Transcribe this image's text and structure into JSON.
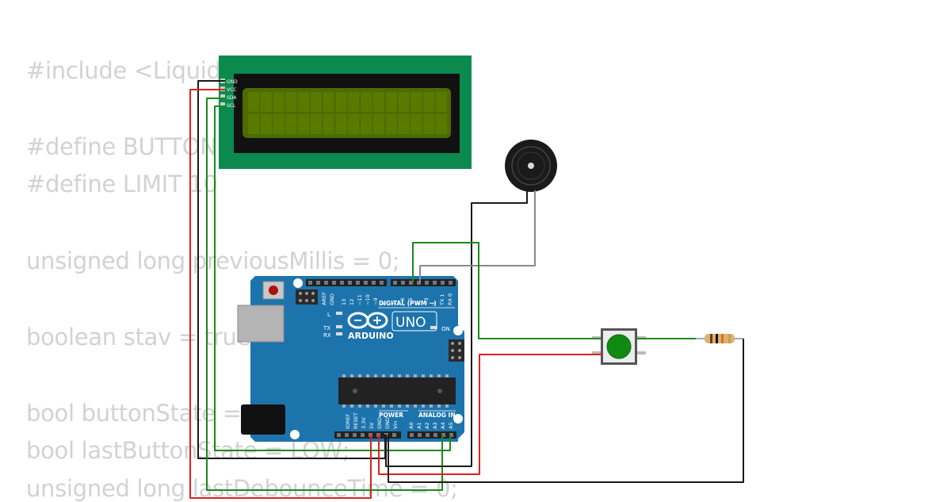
{
  "code_lines": [
    "#include <LiquidCrystal_I2C.h>",
    "",
    "#define BUTTON 2",
    "#define LIMIT 10",
    "",
    "unsigned long previousMillis = 0;",
    "",
    "boolean stav = true;",
    "",
    "bool buttonState = LOW;",
    "bool lastButtonState = LOW;",
    "unsigned long lastDebounceTime = 0;"
  ],
  "lcd": {
    "pins": [
      "GND",
      "VCC",
      "SDA",
      "SCL"
    ],
    "colors": {
      "board": "#0c8a4e",
      "screen": "#4e6b00"
    }
  },
  "arduino": {
    "brand": "ARDUINO",
    "model": "UNO",
    "digital_header": "DIGITAL (PWM ~)",
    "power_header": "POWER",
    "analog_header": "ANALOG IN",
    "digital_pins": [
      "AREF",
      "GND",
      "13",
      "12",
      "~11",
      "~10",
      "~9",
      "8",
      "7",
      "~6",
      "~5",
      "4",
      "~3",
      "2",
      "TX 1",
      "RX 0"
    ],
    "power_pins": [
      "IOREF",
      "RESET",
      "3.3V",
      "5V",
      "GND",
      "GND",
      "Vin"
    ],
    "analog_pins": [
      "A0",
      "A1",
      "A2",
      "A3",
      "A4",
      "A5"
    ],
    "led_labels": {
      "l": "L",
      "tx": "TX",
      "rx": "RX",
      "on": "ON"
    },
    "board_color": "#1d74ad"
  },
  "wire_colors": {
    "red": "#e02020",
    "black": "#1a1a1a",
    "green": "#1a8a1a",
    "gray": "#8a8a8a"
  }
}
